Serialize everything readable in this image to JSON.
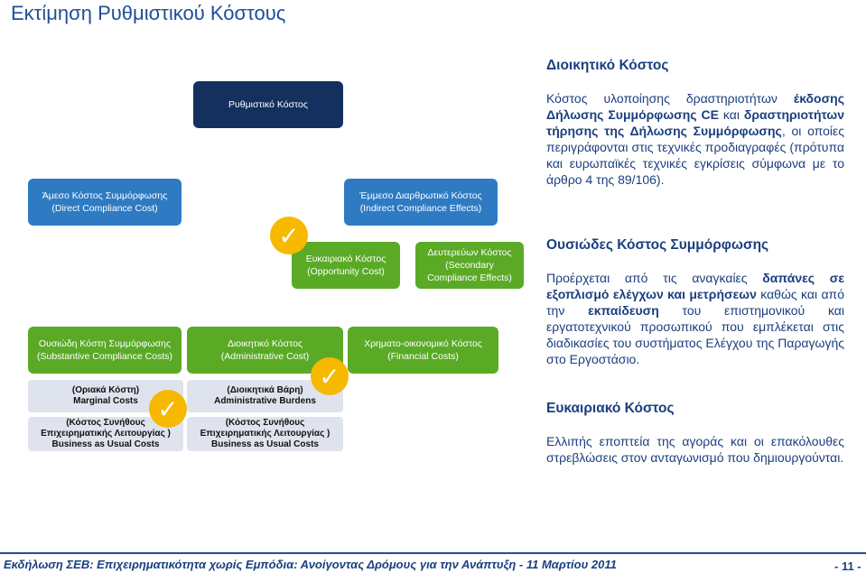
{
  "page_title": "Εκτίμηση Ρυθμιστικού Κόστους",
  "diagram": {
    "root": "Ρυθμιστικό Κόστος",
    "direct": [
      "Άμεσο Κόστος Συμμόρφωσης",
      "(Direct Compliance Cost)"
    ],
    "indirect": [
      "Έμμεσο Διαρθρωτικό Κόστος",
      "(Indirect Compliance Effects)"
    ],
    "opportunity": [
      "Ευκαιριακό Κόστος",
      "(Opportunity Cost)"
    ],
    "secondary": [
      "Δευτερεύων Κόστος",
      "(Secondary",
      "Compliance Effects)"
    ],
    "substantive": [
      "Ουσιώδη Κόστη Συμμόρφωσης",
      "(Substantive Compliance Costs)"
    ],
    "administrative": [
      "Διοικητικό Κόστος",
      "(Administrative Cost)"
    ],
    "financial": [
      "Χρηματο-οικονομικό Κόστος",
      "(Financial Costs)"
    ],
    "marginal": [
      "(Οριακά Κόστη)",
      "Marginal Costs"
    ],
    "admin_burdens": [
      "(Διοικητικά Βάρη)",
      "Administrative Burdens"
    ],
    "bau_left": [
      "(Κόστος Συνήθους",
      "Επιχειρηματικής Λειτουργίας )",
      "Business as Usual Costs"
    ],
    "bau_right": [
      "(Κόστος Συνήθους",
      "Επιχειρηματικής Λειτουργίας )",
      "Business as Usual Costs"
    ],
    "check_icon": "✓",
    "colors": {
      "blue": "#2e7bc4",
      "navy": "#14305f",
      "green": "#5aaa26",
      "check": "#f7b800"
    }
  },
  "right_panel": {
    "admin_heading": "Διοικητικό Κόστος",
    "admin_text": {
      "t1": "Κόστος υλοποίησης δραστηριοτήτων ",
      "b1": "έκδοσης Δήλωσης Συμμόρφωσης CE",
      "t2": " και ",
      "b2": "δραστηριοτήτων τήρησης της Δήλωσης Συμμόρφωσης",
      "t3": ", οι οποίες περιγράφονται στις τεχνικές προδιαγραφές (πρότυπα και ευρωπαϊκές τεχνικές εγκρίσεις σύμφωνα με το άρθρο 4 της 89/106)."
    },
    "subst_heading": "Ουσιώδες Κόστος Συμμόρφωσης",
    "subst_text": {
      "t1": "Προέρχεται από τις αναγκαίες ",
      "b1": "δαπάνες σε εξοπλισμό ελέγχων και μετρήσεων",
      "t2": " καθώς και από την ",
      "b2": "εκπαίδευση",
      "t3": " του επιστημονικού και εργατοτεχνικού προσωπικού που εμπλέκεται στις διαδικασίες του συστήματος Ελέγχου της Παραγωγής στο Εργοστάσιο."
    },
    "opp_heading": "Ευκαιριακό Κόστος",
    "opp_text": "Ελλιπής εποπτεία της αγοράς και οι επακόλουθες στρεβλώσεις στον ανταγωνισμό που δημιουργούνται."
  },
  "footer": {
    "text": "Εκδήλωση ΣΕΒ: Επιχειρηματικότητα χωρίς Εμπόδια: Ανοίγοντας Δρόμους για την Ανάπτυξη - 11 Μαρτίου 2011",
    "page": "- 11 -"
  }
}
